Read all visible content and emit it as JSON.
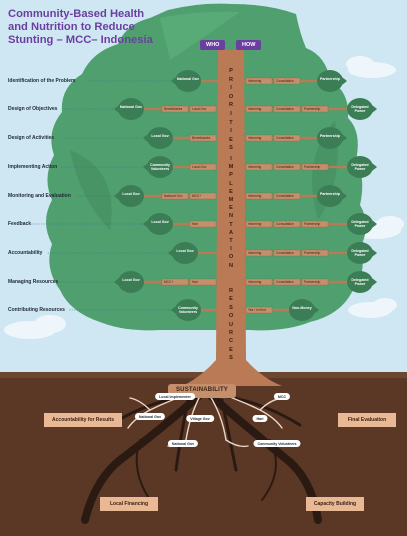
{
  "title": {
    "line1": "Community-Based Health",
    "line2": "and Nutrition to Reduce",
    "line3": "Stunting – MCC– Indonesia"
  },
  "header_tags": {
    "who": "WHO",
    "how": "HOW"
  },
  "trunk_words": {
    "priorities": "PRIORITIES",
    "implementation": "IMPLEMENTATION",
    "resources": "RESOURCES"
  },
  "rows": [
    {
      "label": "Identification of the Problem",
      "left_leaf": "National Gov",
      "left_planks": [],
      "right_planks": [
        "Informing",
        "Consultation"
      ],
      "right_leaf": "Partnership"
    },
    {
      "label": "Design of Objectives",
      "left_leaf": "National Gov",
      "left_planks": [
        "Local Gov",
        "Beneficiaries"
      ],
      "right_planks": [
        "Informing",
        "Consultation",
        "Partnership"
      ],
      "right_leaf": "Delegated Power"
    },
    {
      "label": "Design of Activities",
      "left_leaf": "Local Gov",
      "left_planks": [
        "Beneficiaries"
      ],
      "right_planks": [
        "Informing",
        "Consultation"
      ],
      "right_leaf": "Partnership"
    },
    {
      "label": "Implementing Action",
      "left_leaf": "Community Volunteers",
      "left_planks": [
        "Local Gov"
      ],
      "right_planks": [
        "Informing",
        "Consultation",
        "Partnership"
      ],
      "right_leaf": "Delegated Power"
    },
    {
      "label": "Monitoring and Evaluation",
      "left_leaf": "Local Gov",
      "left_planks": [
        "MCC+",
        "National Gov"
      ],
      "right_planks": [
        "Informing",
        "Consultation"
      ],
      "right_leaf": "Partnership"
    },
    {
      "label": "Feedback",
      "left_leaf": "Local Gov",
      "left_planks": [
        "Hari"
      ],
      "right_planks": [
        "Informing",
        "Consultation",
        "Partnership"
      ],
      "right_leaf": "Delegated Power"
    },
    {
      "label": "Accountability",
      "left_leaf": "Local Gov",
      "left_planks": [],
      "right_planks": [
        "Informing",
        "Consultation",
        "Partnership"
      ],
      "right_leaf": "Delegated Power"
    },
    {
      "label": "Managing Resources",
      "left_leaf": "Local Gov",
      "left_planks": [
        "Hari",
        "MCC+"
      ],
      "right_planks": [
        "Informing",
        "Consultation",
        "Partnership"
      ],
      "right_leaf": "Delegated Power"
    },
    {
      "label": "Contributing Resources",
      "left_leaf": "Community Volunteers",
      "left_planks": [],
      "right_planks": [
        "Yes / In Kind"
      ],
      "right_leaf": "Non-Money"
    }
  ],
  "roots": {
    "sustainability": "SUSTAINABILITY",
    "bubbles": [
      "Local Implementer",
      "MCC",
      "National Gov",
      "Village Gov",
      "Hari",
      "National Gov",
      "Community Volunteers"
    ],
    "signs": [
      "Accountability for Results",
      "Final Evaluation",
      "Local Financing",
      "Capacity Building"
    ]
  },
  "colors": {
    "title": "#6b3fa0",
    "foliage": "#4fa06e",
    "foliage_dark": "#3b7e56",
    "trunk": "#b97a55",
    "plank": "#c58f6c",
    "soil": "#5b3825",
    "sign": "#e9b996",
    "sky": "#cfe6f3"
  }
}
